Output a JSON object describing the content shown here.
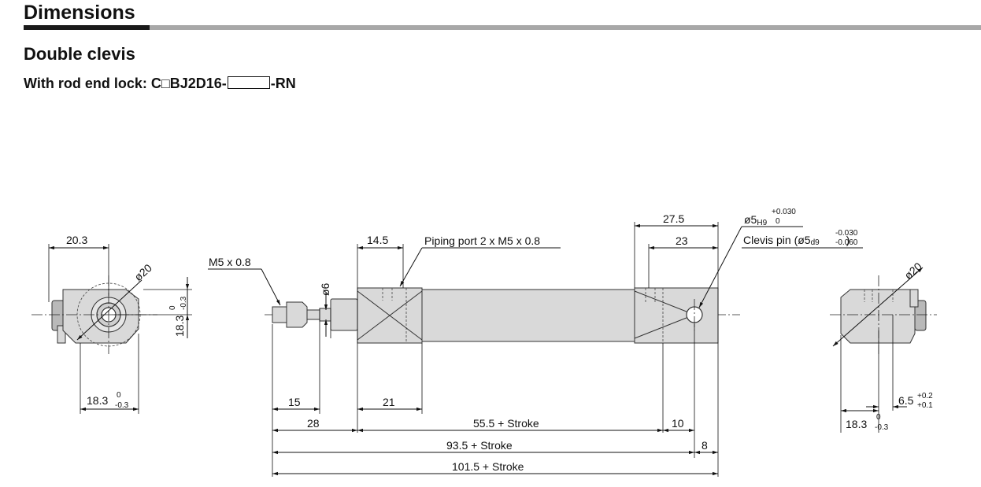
{
  "header": {
    "title": "Dimensions",
    "subtitle": "Double clevis",
    "model_prefix": "With rod end lock: C",
    "model_box_glyph": "□",
    "model_middle": "BJ2D16-",
    "model_suffix": "-RN"
  },
  "left_view": {
    "dim_top": "20.3",
    "dim_diameter": "ø20",
    "dim_height": "18.3",
    "dim_height_tol_upper": "0",
    "dim_height_tol_lower": "-0.3",
    "dim_bottom": "18.3",
    "dim_bottom_tol_upper": "0",
    "dim_bottom_tol_lower": "-0.3"
  },
  "front_view": {
    "thread_label": "M5 x 0.8",
    "rod_diameter": "ø6",
    "dim_14_5": "14.5",
    "piping_port": "Piping port 2 x M5 x 0.8",
    "dim_27_5": "27.5",
    "dim_23": "23",
    "pin_hole": "ø5",
    "pin_hole_fit": "H9",
    "pin_hole_tol_upper": "+0.030",
    "pin_hole_tol_lower": "0",
    "clevis_pin_prefix": "Clevis pin (ø5",
    "clevis_pin_fit": "d9",
    "clevis_pin_tol_upper": "-0.030",
    "clevis_pin_tol_lower": "-0.060",
    "clevis_pin_suffix": ")",
    "dim_15": "15",
    "dim_21": "21",
    "dim_28": "28",
    "dim_55_5": "55.5 + Stroke",
    "dim_10": "10",
    "dim_93_5": "93.5 + Stroke",
    "dim_8": "8",
    "dim_101_5": "101.5 + Stroke"
  },
  "right_view": {
    "dim_diameter": "ø20",
    "dim_offset": "6.5",
    "dim_offset_tol_upper": "+0.2",
    "dim_offset_tol_lower": "+0.1",
    "dim_bottom": "18.3",
    "dim_bottom_tol_upper": "0",
    "dim_bottom_tol_lower": "-0.3"
  }
}
